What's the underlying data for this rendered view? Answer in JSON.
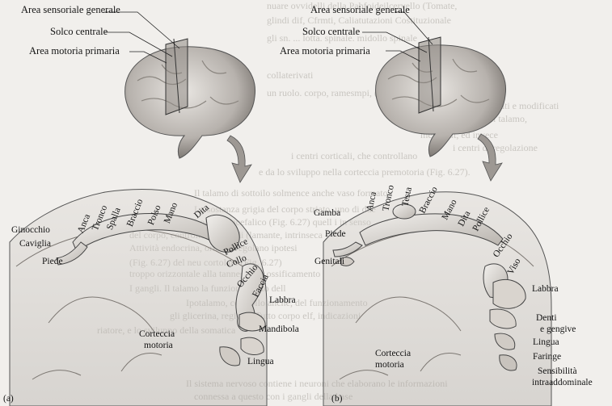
{
  "panel_a": {
    "brain_labels": [
      "Area sensoriale generale",
      "Solco centrale",
      "Area motoria primaria"
    ],
    "body_labels": [
      "Anca",
      "Tronco",
      "Spalla",
      "Braccio",
      "Polso",
      "Mano",
      "Dita",
      "Pollice",
      "Collo",
      "Occhio",
      "Faccia",
      "Labbra",
      "Mandibola",
      "Lingua",
      "Ginocchio",
      "Caviglia",
      "Piede"
    ],
    "cortex_label": [
      "Corteccia",
      "motoria"
    ],
    "panel_letter": "(a)"
  },
  "panel_b": {
    "brain_labels": [
      "Area sensoriale generale",
      "Solco centrale",
      "Area motoria primaria"
    ],
    "body_labels": [
      "Anca",
      "Tronco",
      "Testa",
      "Braccio",
      "Mano",
      "Dita",
      "Pollice",
      "Occhio",
      "Viso",
      "Gamba",
      "Piede",
      "Genitali",
      "Labbra",
      "Denti",
      "e gengive",
      "Lingua",
      "Faringe",
      "Sensibilità",
      "intraaddominale"
    ],
    "cortex_label": [
      "Corteccia",
      "motoria"
    ],
    "panel_letter": "(b)"
  },
  "background_text": [
    "nuare ovvidelli della Pabfoideilcervello (Tomate,",
    "glindi dif, Cfrmti, Caliatutazioni Costituzionale",
    "gli sn. ... lotta. spinale. midollo spinale",
    "collaterivati",
    "un ruolo. corpo, ramesmpi, (Fig.",
    "gli stimoli, sono filtrati e modificati",
    "i nuclei del talamo,",
    "mente alt, ed invece",
    "i centri di regolazione",
    "i centri corticali, che controllano",
    "e da lo sviluppo nella corteccia premotoria (Fig. 6.27).",
    "Il talamo di sottoilo solmence anche vaso formato",
    "La sostanza grigia del corpo striato, uno di due",
    "Lobo telencefalico (Fig. 6.27) quell i in senso",
    "del corpo, controllo la tana di (lamante, intrinseca",
    "Attività endocrina, ormoni regolano ipotesi",
    "(Fig. 6.27) del neu cortolare (Fig. 6.27)",
    "troppo orizzontale alla tanneggio e ossificamento",
    "I gangli. Il talamo la funzionamento dell",
    "Ipotalamo, controllo anche, del funzionamento",
    "gli glicerina, regione, Tutto corpo elf, indicazioni",
    "riatore, e lo sviluppo della somatica",
    "Il sistema nervoso contiene i neuroni che elaborano le informazioni",
    "connessa a questo con i gangli della base"
  ]
}
